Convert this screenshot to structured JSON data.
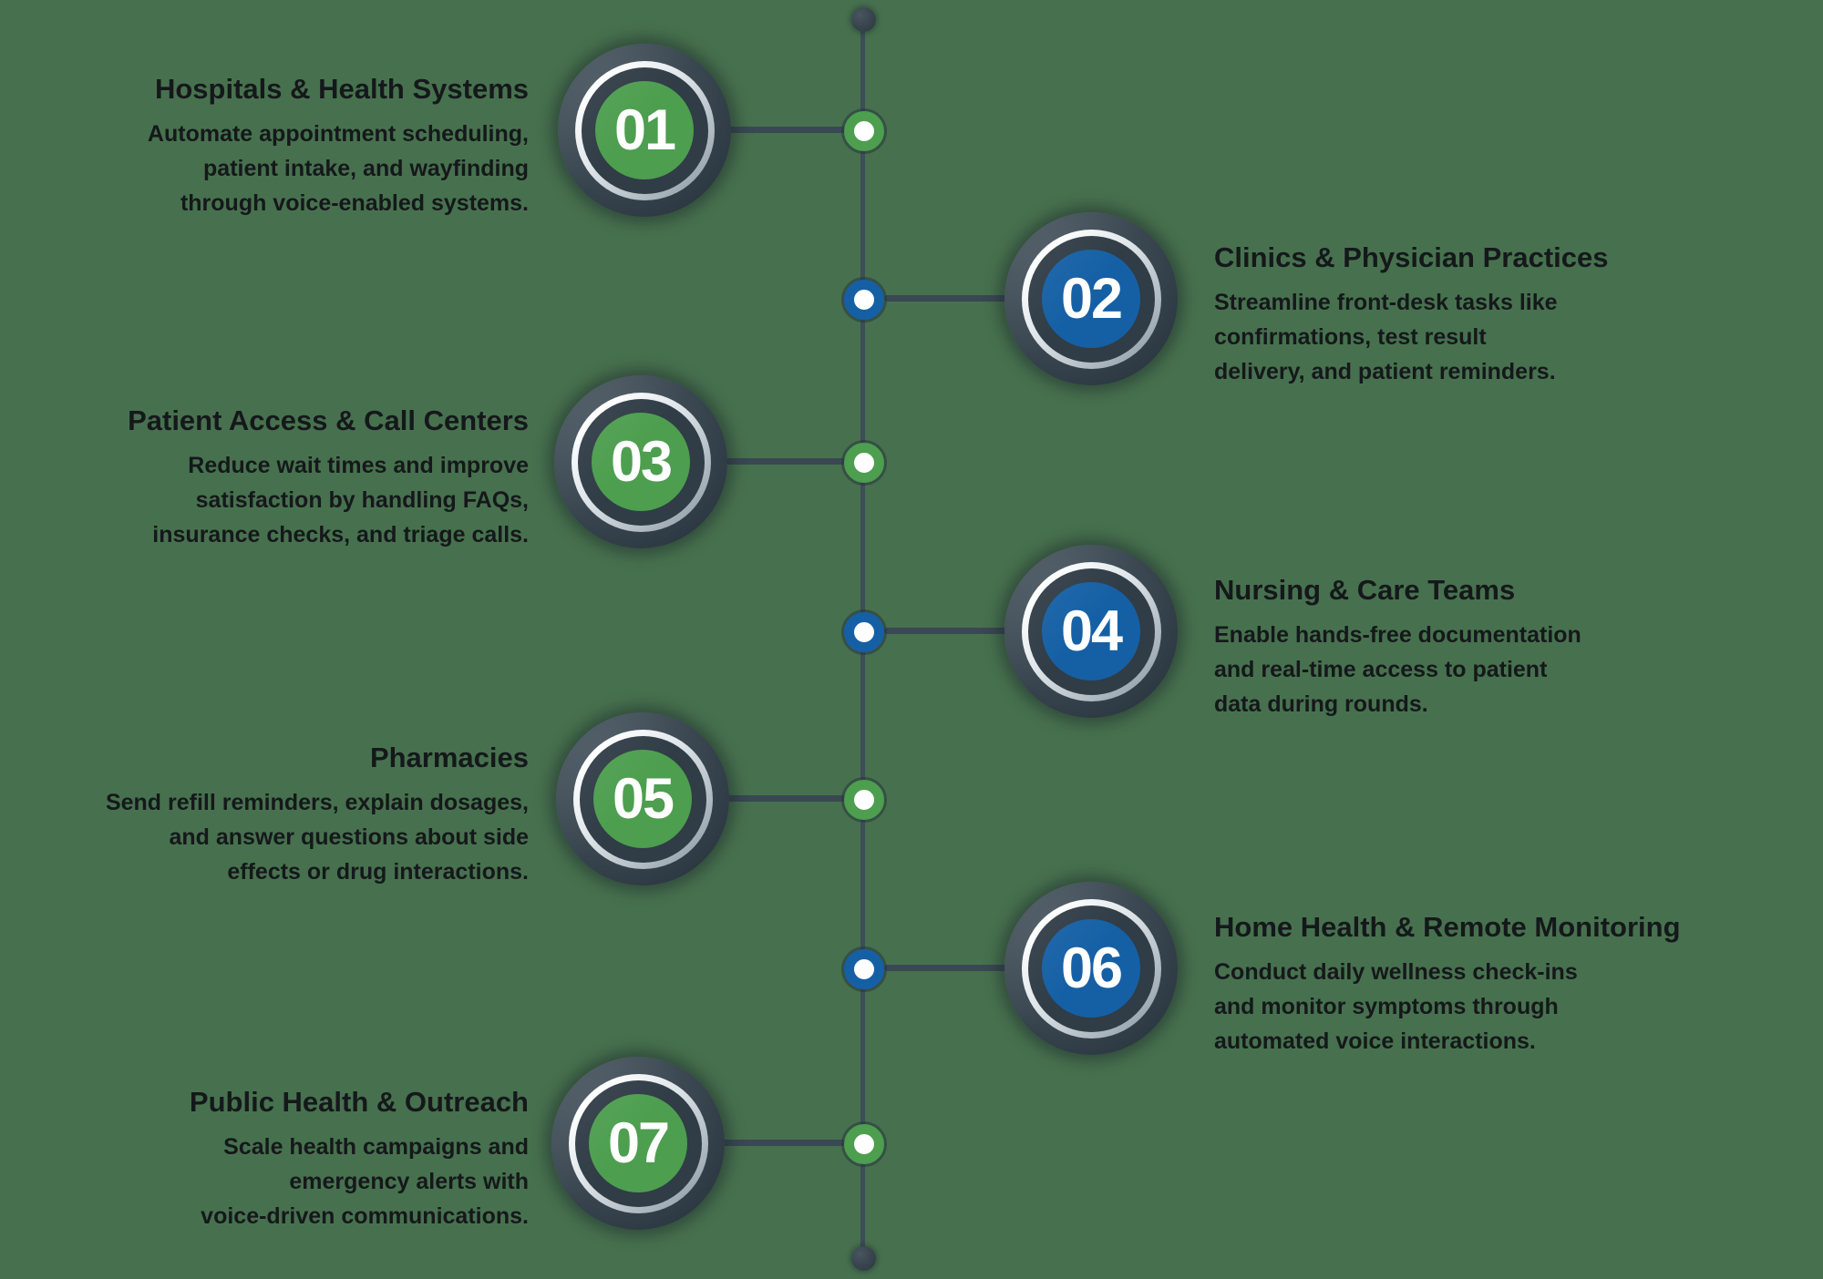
{
  "colors": {
    "background": "#47714e",
    "accent_green": "#4d9e4f",
    "accent_blue": "#1560a5",
    "node_dark": "#303c46",
    "line": "#3d4d59",
    "text": "#15181b"
  },
  "items": [
    {
      "number": "01",
      "accent": "green",
      "side": "left",
      "title": "Hospitals & Health Systems",
      "body": [
        "Automate appointment scheduling,",
        "patient intake, and wayfinding",
        "through voice-enabled systems."
      ]
    },
    {
      "number": "02",
      "accent": "blue",
      "side": "right",
      "title": "Clinics & Physician Practices",
      "body": [
        "Streamline front-desk tasks like",
        "confirmations, test result",
        "delivery, and patient reminders."
      ]
    },
    {
      "number": "03",
      "accent": "green",
      "side": "left",
      "title": "Patient Access & Call Centers",
      "body": [
        "Reduce wait times and improve",
        "satisfaction by handling FAQs,",
        "insurance checks, and triage calls."
      ]
    },
    {
      "number": "04",
      "accent": "blue",
      "side": "right",
      "title": "Nursing & Care Teams",
      "body": [
        "Enable hands-free documentation",
        "and real-time access to patient",
        "data during rounds."
      ]
    },
    {
      "number": "05",
      "accent": "green",
      "side": "left",
      "title": "Pharmacies",
      "body": [
        "Send refill reminders, explain dosages,",
        "and answer questions about side",
        "effects or drug interactions."
      ]
    },
    {
      "number": "06",
      "accent": "blue",
      "side": "right",
      "title": "Home Health & Remote Monitoring",
      "body": [
        "Conduct daily wellness check-ins",
        "and monitor symptoms through",
        "automated voice interactions."
      ]
    },
    {
      "number": "07",
      "accent": "green",
      "side": "left",
      "title": "Public Health & Outreach",
      "body": [
        "Scale health campaigns and",
        "emergency alerts with",
        "voice-driven communications."
      ]
    }
  ]
}
